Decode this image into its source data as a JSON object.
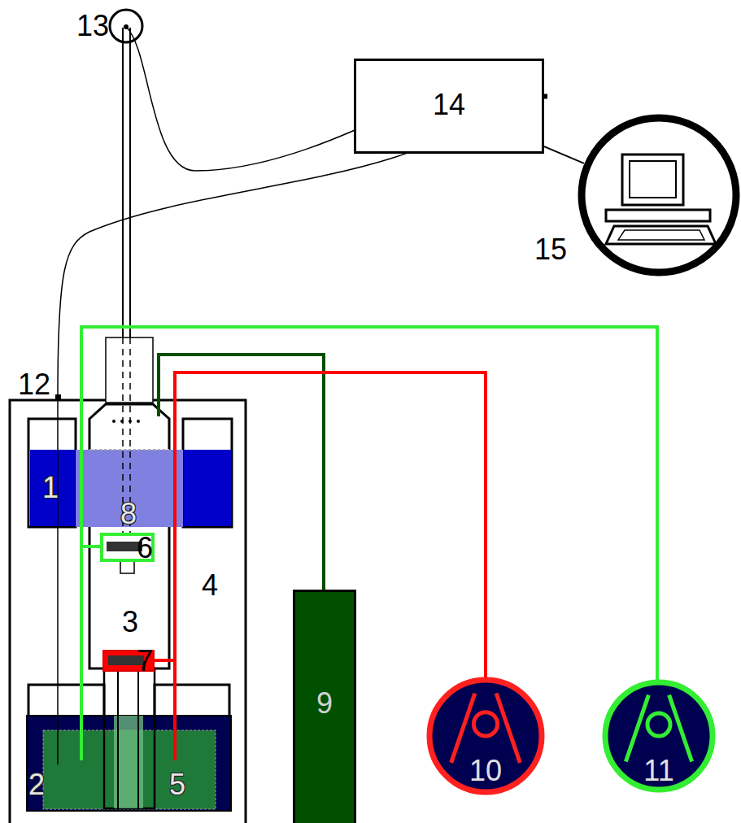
{
  "diagram": {
    "nodes": [
      {
        "text": [
          "14"
        ]
      },
      {
        "text": [
          "15"
        ]
      },
      {
        "text": [
          "9"
        ]
      },
      {
        "text": [
          "10"
        ]
      },
      {
        "text": [
          "11"
        ]
      }
    ],
    "edges": [
      {
        "from": 0,
        "to": 1,
        "arrow": "none"
      }
    ],
    "labels": [
      "1",
      "2",
      "3",
      "4",
      "5",
      "6",
      "7",
      "8",
      "12",
      "13"
    ]
  }
}
